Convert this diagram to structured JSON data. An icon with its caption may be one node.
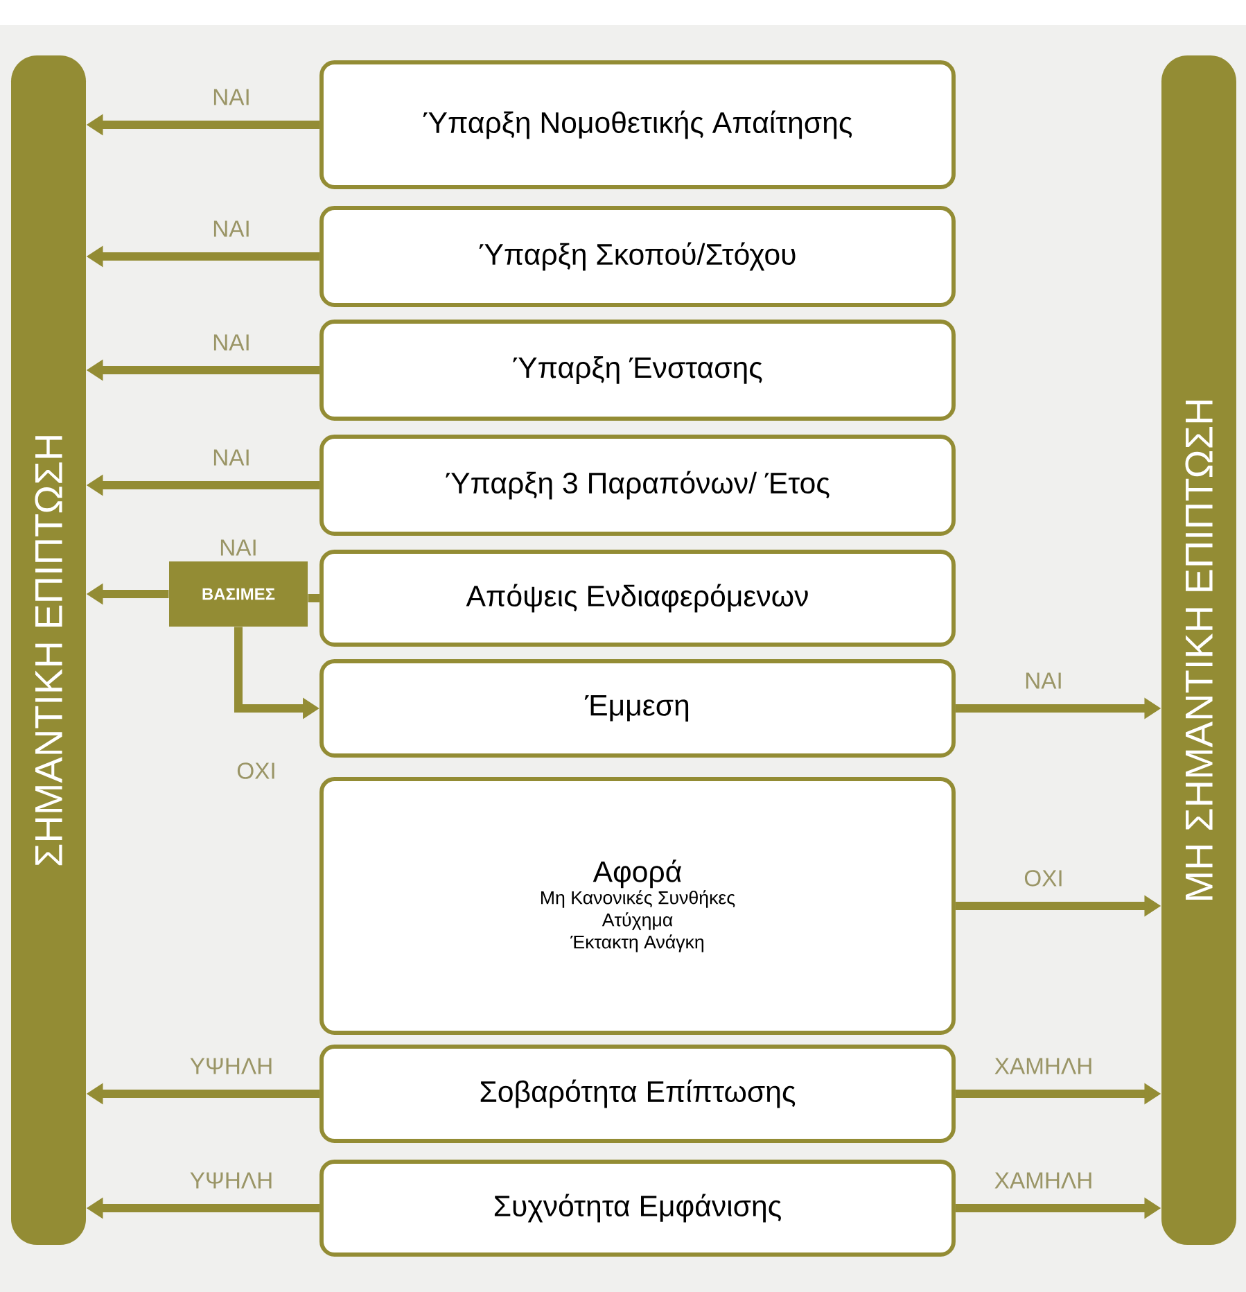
{
  "diagram": {
    "nodes": [
      {
        "text": [
          "ΣΗΜΑΝΤΙΚΗ ΕΠΙΠΤΩΣΗ"
        ]
      },
      {
        "text": [
          "Ύπαρξη Νομοθετικής Απαίτησης"
        ]
      },
      {
        "text": [
          "Ύπαρξη Σκοπού/Στόχου"
        ]
      },
      {
        "text": [
          "Ύπαρξη Ένστασης"
        ]
      },
      {
        "text": [
          "Ύπαρξη 3 Παραπόνων/ Έτος"
        ]
      },
      {
        "text": [
          "ΒΑΣΙΜΕΣ"
        ]
      },
      {
        "text": [
          "Απόψεις Ενδιαφερόμενων"
        ]
      },
      {
        "text": [
          "Έμμεση"
        ]
      },
      {
        "text": [
          "Αφορά",
          "Μη Κανονικές Συνθήκες",
          "Ατύχημα",
          "Έκτακτη Ανάγκη"
        ]
      },
      {
        "text": [
          "Σοβαρότητα Επίπτωσης"
        ]
      },
      {
        "text": [
          "Συχνότητα Εμφάνισης"
        ]
      },
      {
        "text": [
          "ΜΗ ΣΗΜΑΝΤΙΚΗ ΕΠΙΠΤΩΣΗ"
        ]
      }
    ],
    "edges": [
      {
        "from": 1,
        "to": 0,
        "arrow": "to",
        "label": "ΝΑΙ"
      },
      {
        "from": 2,
        "to": 0,
        "arrow": "to",
        "label": "ΝΑΙ"
      },
      {
        "from": 3,
        "to": 0,
        "arrow": "to",
        "label": "ΝΑΙ"
      },
      {
        "from": 4,
        "to": 0,
        "arrow": "to",
        "label": "ΝΑΙ"
      },
      {
        "from": 6,
        "to": 5,
        "arrow": "none"
      },
      {
        "from": 5,
        "to": 0,
        "arrow": "to",
        "label": "ΝΑΙ"
      },
      {
        "from": 5,
        "to": 7,
        "arrow": "to"
      },
      {
        "from": 7,
        "to": 11,
        "arrow": "to",
        "label": "ΝΑΙ"
      },
      {
        "from": 8,
        "to": 11,
        "arrow": "to",
        "label": "ΟΧΙ"
      },
      {
        "from": 9,
        "to": 0,
        "arrow": "to",
        "label": "ΥΨΗΛΗ"
      },
      {
        "from": 9,
        "to": 11,
        "arrow": "to",
        "label": "ΧΑΜΗΛΗ"
      },
      {
        "from": 10,
        "to": 0,
        "arrow": "to",
        "label": "ΥΨΗΛΗ"
      },
      {
        "from": 10,
        "to": 11,
        "arrow": "to",
        "label": "ΧΑΜΗΛΗ"
      }
    ],
    "labels": [
      "ΟΧΙ"
    ]
  }
}
